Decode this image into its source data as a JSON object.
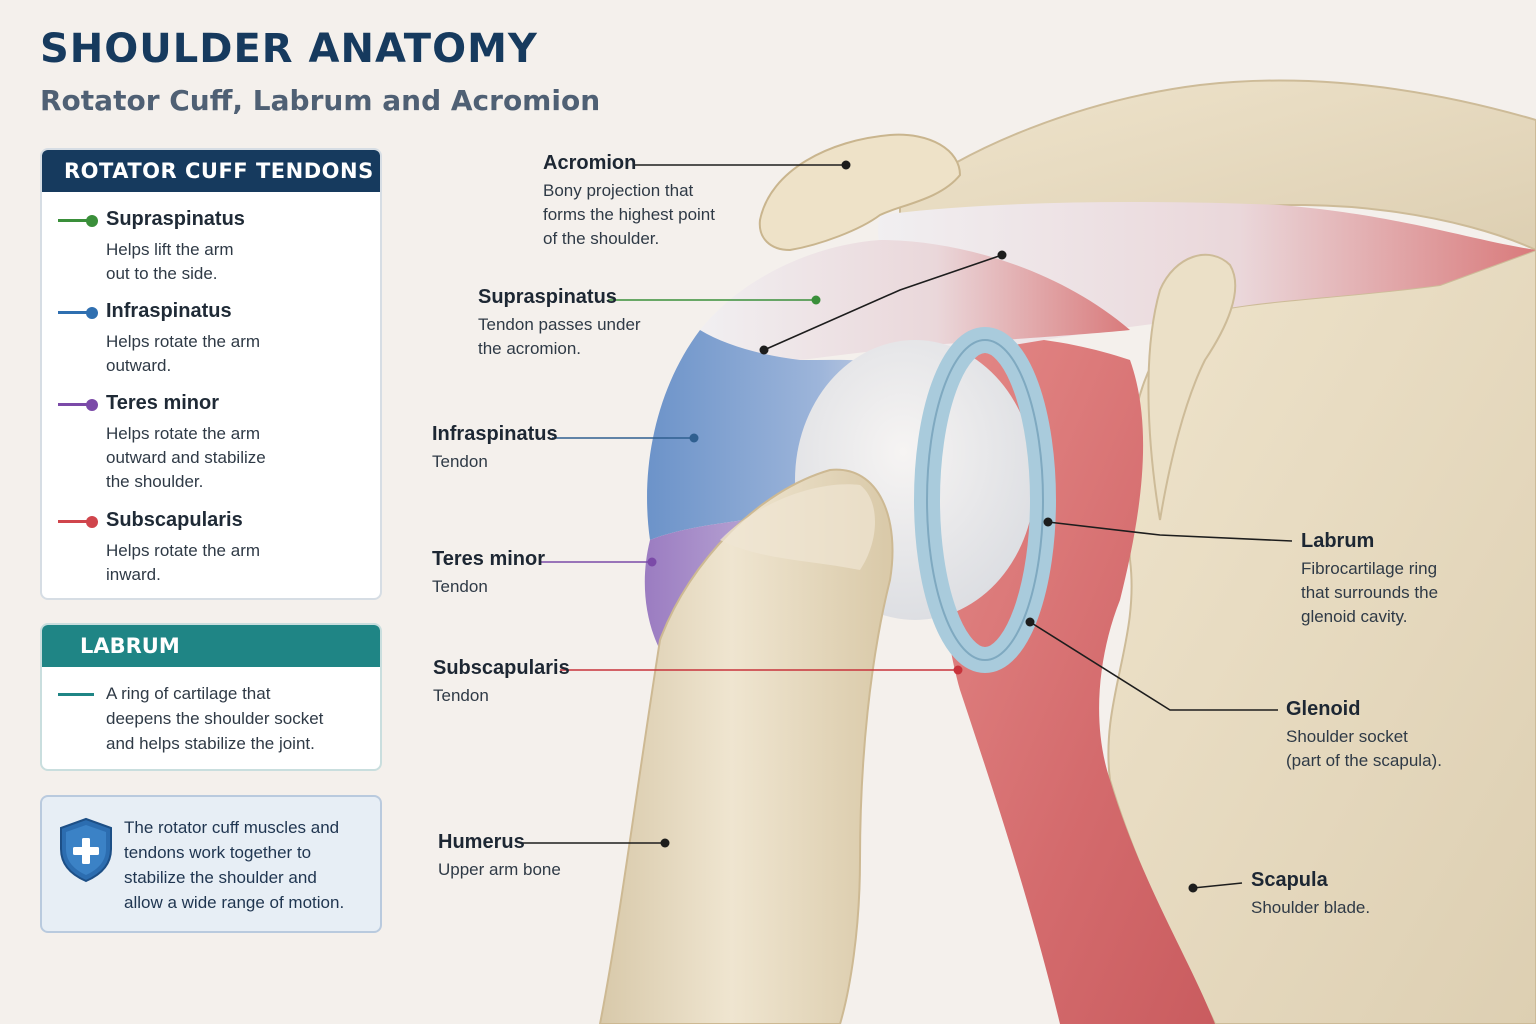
{
  "header": {
    "title": "SHOULDER ANATOMY",
    "subtitle": "Rotator Cuff, Labrum and Acromion"
  },
  "rotator_cuff_card": {
    "title": "ROTATOR CUFF TENDONS",
    "items": [
      {
        "name": "Supraspinatus",
        "description": "Helps lift the arm\nout to the side.",
        "color": "#3a8f3a"
      },
      {
        "name": "Infraspinatus",
        "description": "Helps rotate the arm\noutward.",
        "color": "#2f6fb0"
      },
      {
        "name": "Teres minor",
        "description": "Helps rotate the arm\noutward and stabilize\nthe shoulder.",
        "color": "#7b4aa8"
      },
      {
        "name": "Subscapularis",
        "description": "Helps rotate the arm\ninward.",
        "color": "#d0454c"
      }
    ]
  },
  "labrum_card": {
    "title": "LABRUM",
    "description": "A ring of cartilage that\ndeepens the shoulder socket\nand helps stabilize the joint.",
    "color": "#1f8585"
  },
  "note": {
    "text": "The rotator cuff muscles and\ntendons work together to\nstabilize the shoulder and\nallow a wide range of motion.",
    "icon": "shield-plus-icon"
  },
  "callouts": {
    "acromion": {
      "name": "Acromion",
      "description": "Bony projection that\nforms the highest point\nof the shoulder."
    },
    "supraspinatus": {
      "name": "Supraspinatus",
      "description": "Tendon passes under\nthe acromion."
    },
    "infraspinatus": {
      "name": "Infraspinatus",
      "description": "Tendon"
    },
    "teres_minor": {
      "name": "Teres minor",
      "description": "Tendon"
    },
    "subscapularis": {
      "name": "Subscapularis",
      "description": "Tendon"
    },
    "humerus": {
      "name": "Humerus",
      "description": "Upper arm bone"
    },
    "labrum": {
      "name": "Labrum",
      "description": "Fibrocartilage ring\nthat surrounds the\nglenoid cavity."
    },
    "glenoid": {
      "name": "Glenoid",
      "description": "Shoulder socket\n(part of the scapula)."
    },
    "scapula": {
      "name": "Scapula",
      "description": "Shoulder blade."
    }
  },
  "colors": {
    "navy": "#163a5e",
    "teal": "#1f8585",
    "bone": "#e8dcc4",
    "muscle": "#d9797a",
    "tendon_white": "#ece8ea",
    "labrum_blue": "#a9cbdc"
  }
}
